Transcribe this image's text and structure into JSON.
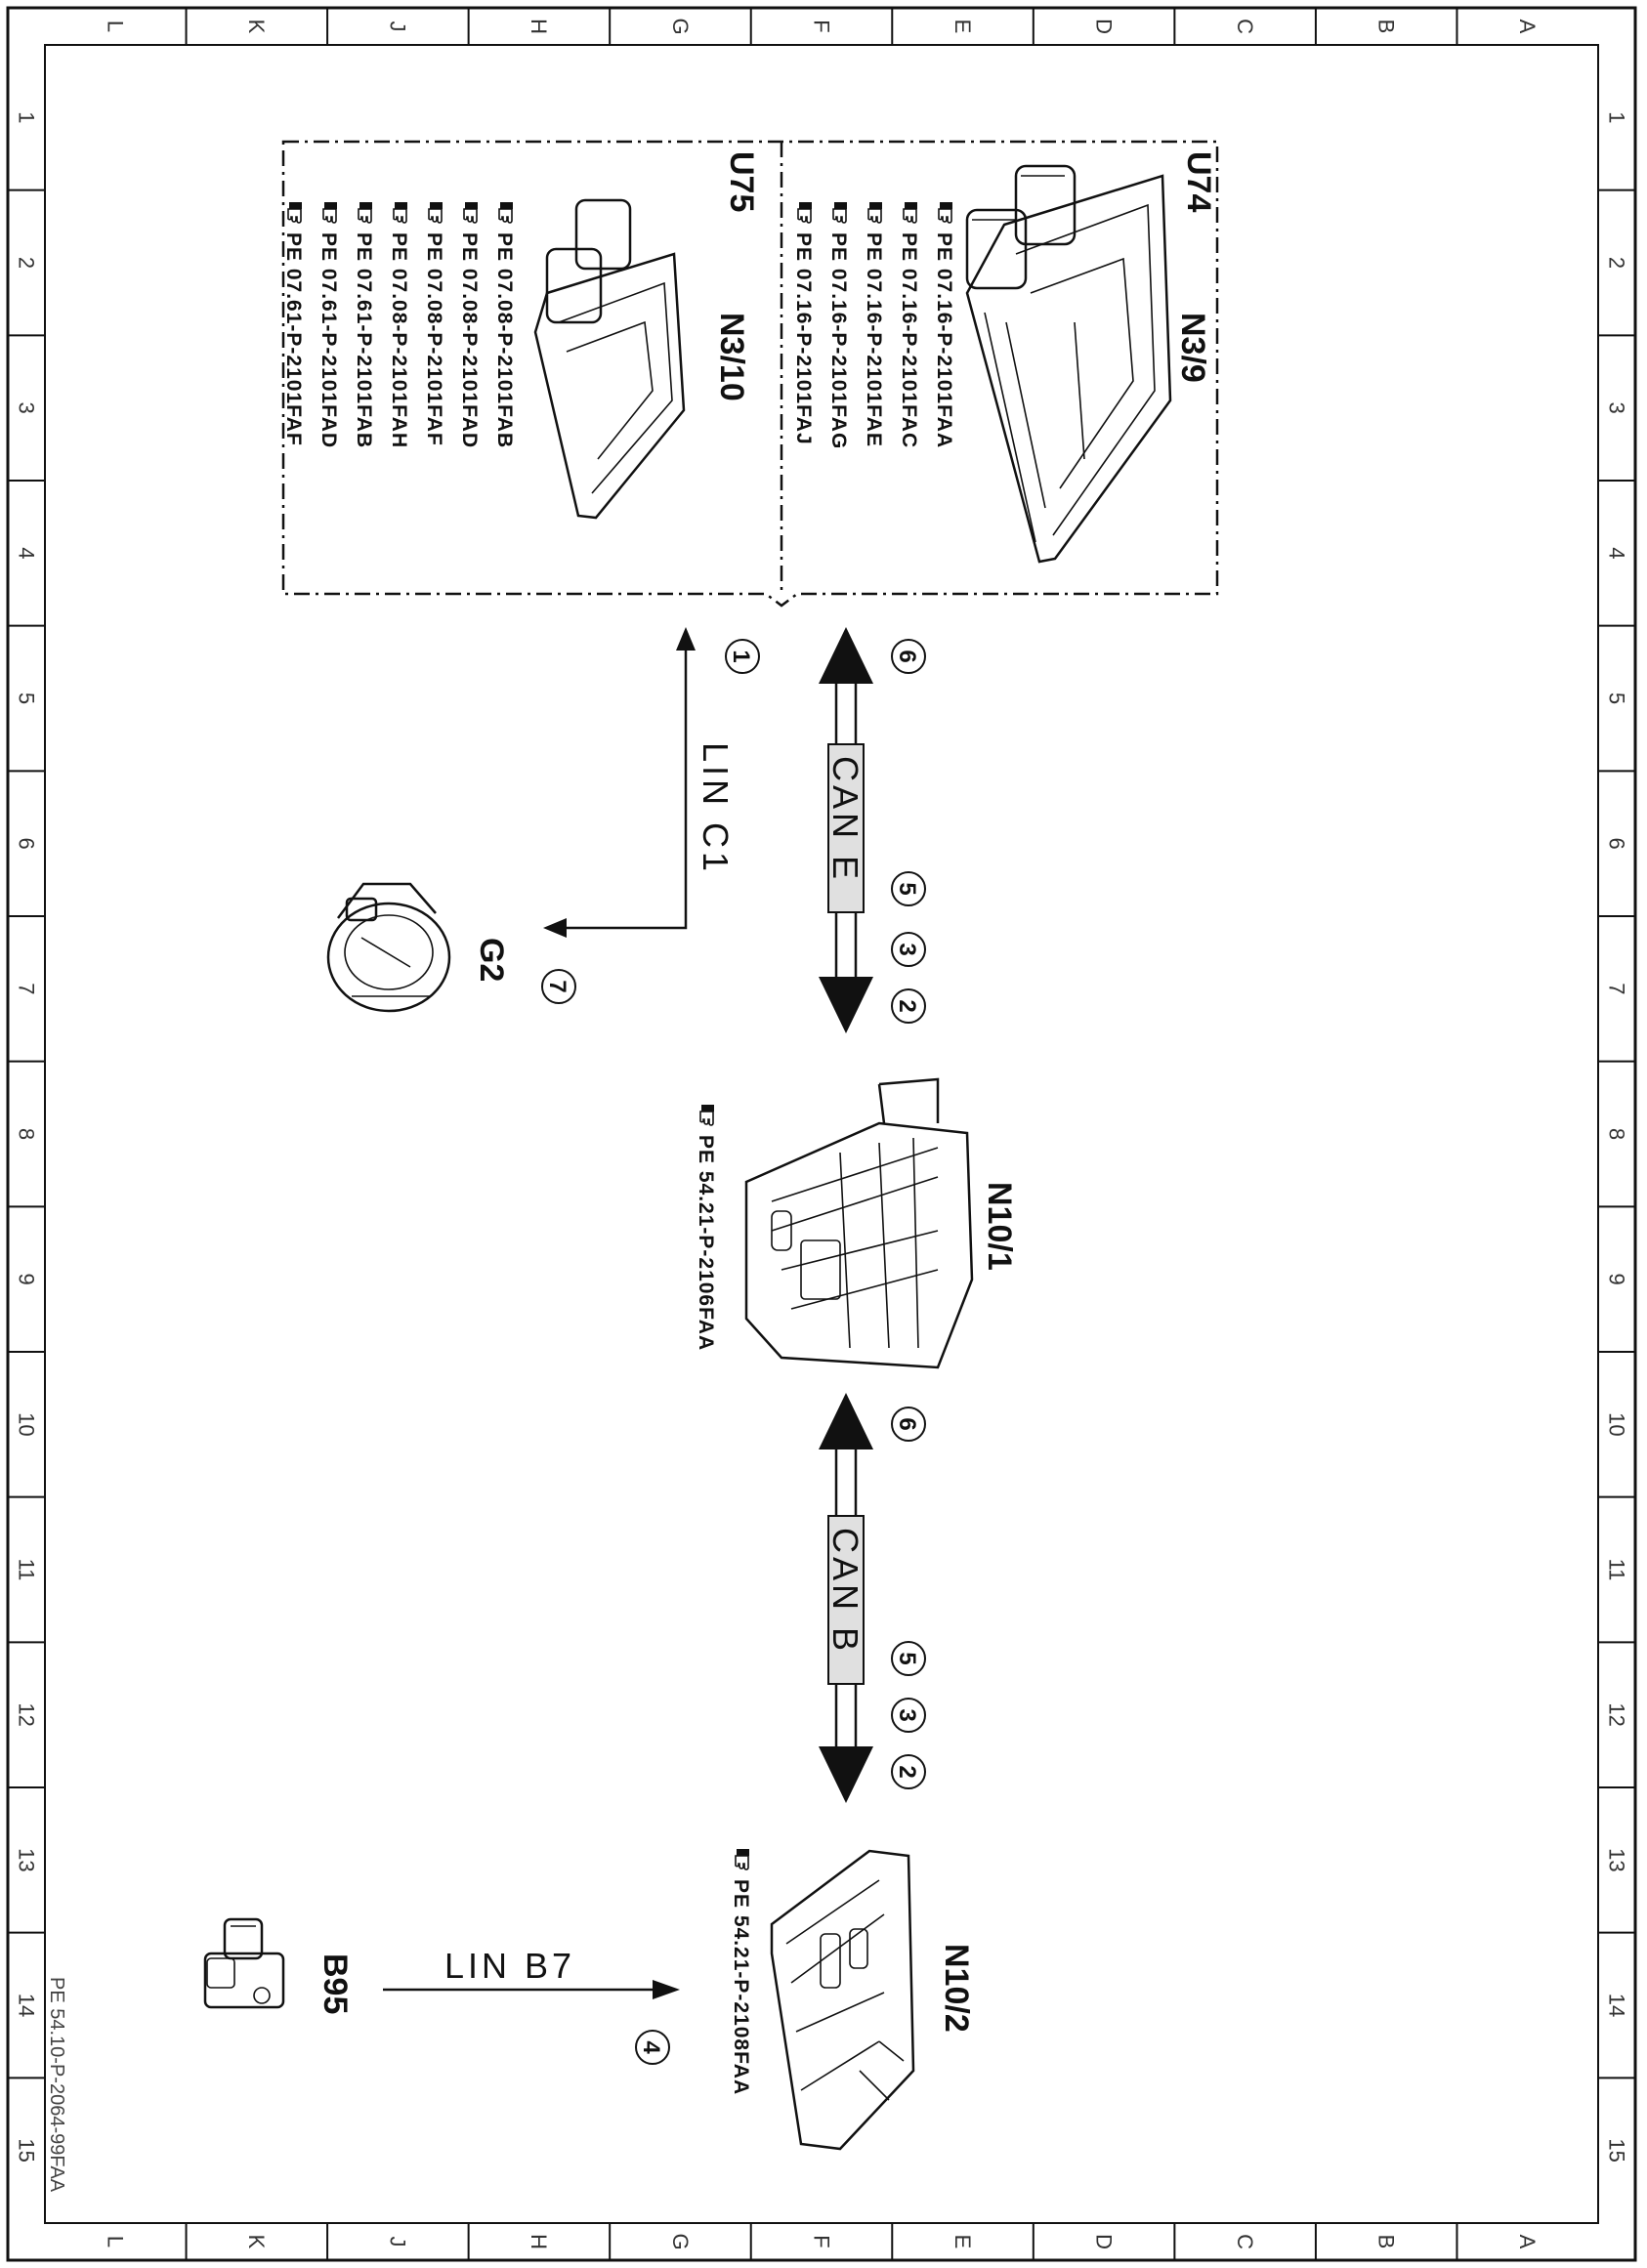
{
  "ruler": {
    "letters": [
      "L",
      "K",
      "J",
      "H",
      "G",
      "F",
      "E",
      "D",
      "C",
      "B",
      "A"
    ],
    "numbers": [
      "1",
      "2",
      "3",
      "4",
      "5",
      "6",
      "7",
      "8",
      "9",
      "10",
      "11",
      "12",
      "13",
      "14",
      "15"
    ]
  },
  "document_id": "PE 54.10-P-2064-99FAA",
  "groups": {
    "u74": {
      "label": "U74",
      "component": "N3/9",
      "refs": [
        "PE 07.16-P-2101FAA",
        "PE 07.16-P-2101FAC",
        "PE 07.16-P-2101FAE",
        "PE 07.16-P-2101FAG",
        "PE 07.16-P-2101FAJ"
      ]
    },
    "u75": {
      "label": "U75",
      "component": "N3/10",
      "refs": [
        "PE 07.08-P-2101FAB",
        "PE 07.08-P-2101FAD",
        "PE 07.08-P-2101FAF",
        "PE 07.08-P-2101FAH",
        "PE 07.61-P-2101FAB",
        "PE 07.61-P-2101FAD",
        "PE 07.61-P-2101FAF"
      ]
    }
  },
  "components": {
    "n10_1": {
      "label": "N10/1",
      "ref": "PE 54.21-P-2106FAA"
    },
    "n10_2": {
      "label": "N10/2",
      "ref": "PE 54.21-P-2108FAA"
    },
    "g2": {
      "label": "G2"
    },
    "b95": {
      "label": "B95"
    }
  },
  "buses": {
    "can_e": {
      "label": "CAN E",
      "numbers_top": [
        "6"
      ],
      "numbers_bottom": [
        "5",
        "3",
        "2"
      ]
    },
    "can_b": {
      "label": "CAN B",
      "numbers_top": [
        "6"
      ],
      "numbers_bottom": [
        "5",
        "3",
        "2"
      ]
    },
    "lin_c1": {
      "label": "LIN C1",
      "numbers": [
        "1",
        "7"
      ]
    },
    "lin_b7": {
      "label": "LIN B7",
      "numbers": [
        "4"
      ]
    }
  },
  "icons": {
    "reference": "pointing-hand-icon"
  }
}
